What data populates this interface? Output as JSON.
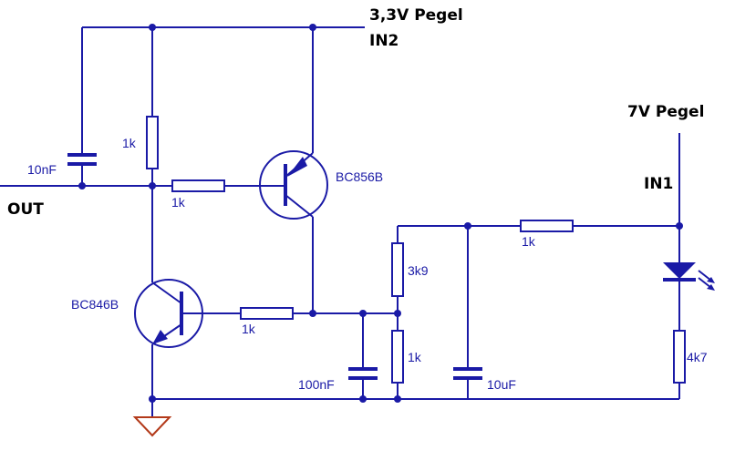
{
  "nets": {
    "supply_3v3": "3,3V Pegel",
    "in2": "IN2",
    "supply_7v": "7V Pegel",
    "in1": "IN1",
    "out": "OUT"
  },
  "components": {
    "c_10nf": "10nF",
    "r_top_1k": "1k",
    "r_base_pnp_1k": "1k",
    "q_pnp": "BC856B",
    "q_npn": "BC846B",
    "r_base_npn_1k": "1k",
    "r_3k9": "3k9",
    "r_div_1k": "1k",
    "c_100nf": "100nF",
    "c_10uf": "10uF",
    "r_in_1k": "1k",
    "r_4k7": "4k7"
  },
  "colors": {
    "wire": "#1a1aa6",
    "ground": "#b33a1a",
    "net_label": "#000000"
  }
}
